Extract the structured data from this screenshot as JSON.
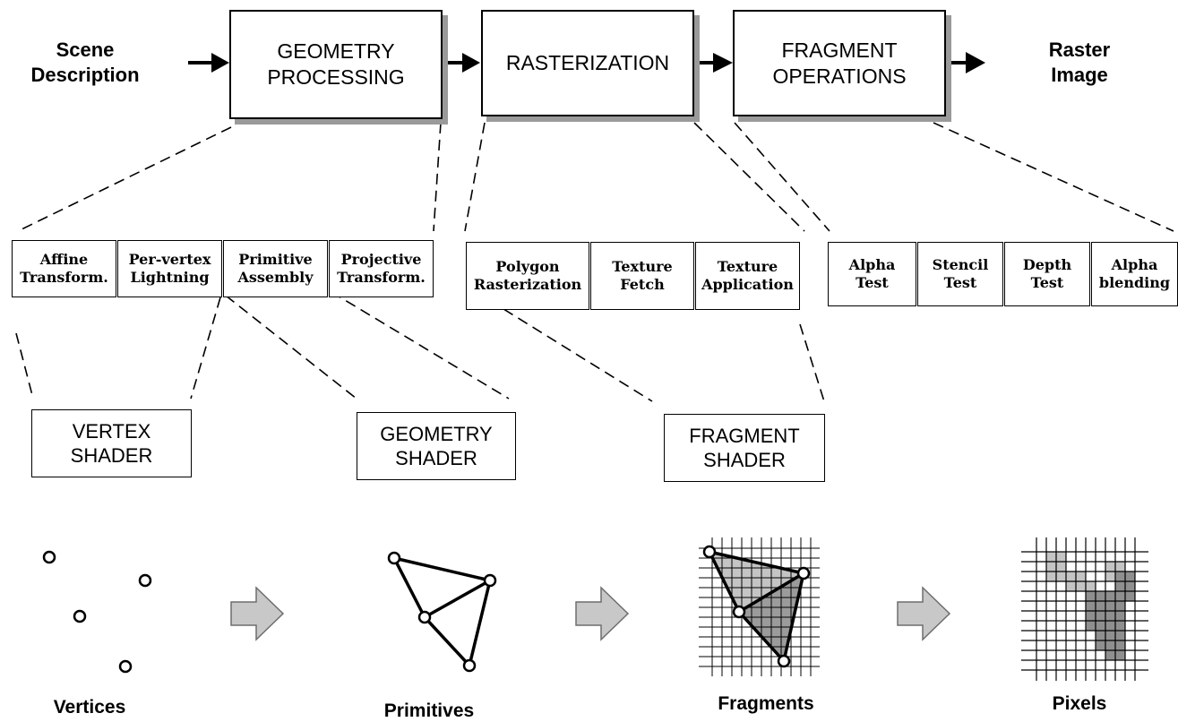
{
  "pipeline": {
    "input_label": "Scene\nDescription",
    "output_label": "Raster\nImage",
    "stages": [
      {
        "label": "GEOMETRY\nPROCESSING"
      },
      {
        "label": "RASTERIZATION"
      },
      {
        "label": "FRAGMENT\nOPERATIONS"
      }
    ]
  },
  "substeps": {
    "geometry": [
      "Affine\nTransform.",
      "Per-vertex\nLightning",
      "Primitive\nAssembly",
      "Projective\nTransform."
    ],
    "rasterization": [
      "Polygon\nRasterization",
      "Texture\nFetch",
      "Texture\nApplication"
    ],
    "fragment_ops": [
      "Alpha\nTest",
      "Stencil\nTest",
      "Depth\nTest",
      "Alpha\nblending"
    ]
  },
  "shaders": {
    "vertex": "VERTEX\nSHADER",
    "geometry": "GEOMETRY\nSHADER",
    "fragment": "FRAGMENT\nSHADER"
  },
  "illustrations": {
    "vertices": "Vertices",
    "primitives": "Primitives",
    "fragments": "Fragments",
    "pixels": "Pixels"
  }
}
